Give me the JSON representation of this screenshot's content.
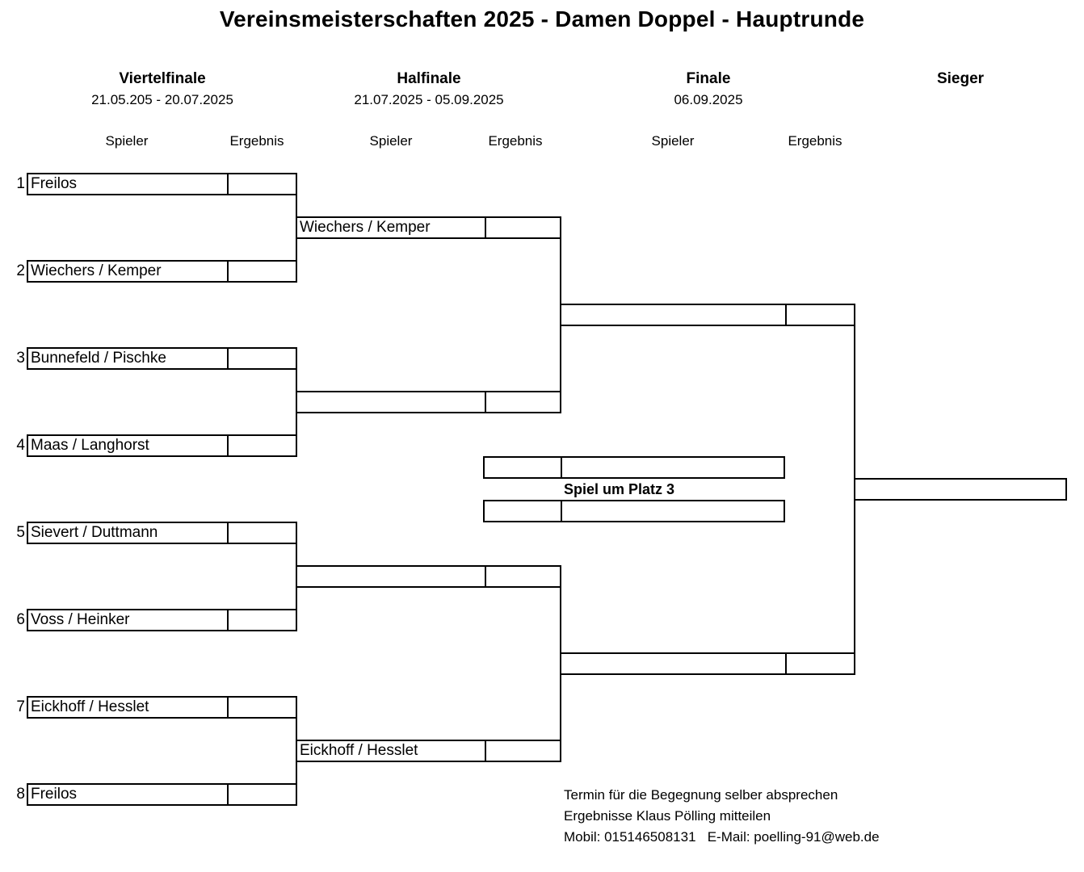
{
  "title": "Vereinsmeisterschaften 2025 - Damen Doppel - Hauptrunde",
  "rounds": [
    {
      "name": "Viertelfinale",
      "dates": "21.05.205 - 20.07.2025"
    },
    {
      "name": "Halfinale",
      "dates": "21.07.2025 - 05.09.2025"
    },
    {
      "name": "Finale",
      "dates": "06.09.2025"
    },
    {
      "name": "Sieger",
      "dates": ""
    }
  ],
  "columns": {
    "player": "Spieler",
    "result": "Ergebnis"
  },
  "quarterfinal": [
    {
      "seed": "1",
      "player": "Freilos",
      "result": ""
    },
    {
      "seed": "2",
      "player": "Wiechers / Kemper",
      "result": ""
    },
    {
      "seed": "3",
      "player": "Bunnefeld / Pischke",
      "result": ""
    },
    {
      "seed": "4",
      "player": "Maas / Langhorst",
      "result": ""
    },
    {
      "seed": "5",
      "player": "Sievert / Duttmann",
      "result": ""
    },
    {
      "seed": "6",
      "player": "Voss / Heinker",
      "result": ""
    },
    {
      "seed": "7",
      "player": "Eickhoff / Hesslet",
      "result": ""
    },
    {
      "seed": "8",
      "player": "Freilos",
      "result": ""
    }
  ],
  "semifinal": [
    {
      "player": "Wiechers / Kemper",
      "result": ""
    },
    {
      "player": "",
      "result": ""
    },
    {
      "player": "",
      "result": ""
    },
    {
      "player": "Eickhoff / Hesslet",
      "result": ""
    }
  ],
  "final": [
    {
      "player": "",
      "result": ""
    },
    {
      "player": "",
      "result": ""
    }
  ],
  "third_place": {
    "label": "Spiel um Platz 3",
    "player_a": "",
    "player_b": ""
  },
  "winner": "",
  "notes": [
    "Termin für die Begegnung selber absprechen",
    "Ergebnisse Klaus Pölling mitteilen",
    "Mobil: 015146508131   E-Mail: poelling-91@web.de"
  ]
}
